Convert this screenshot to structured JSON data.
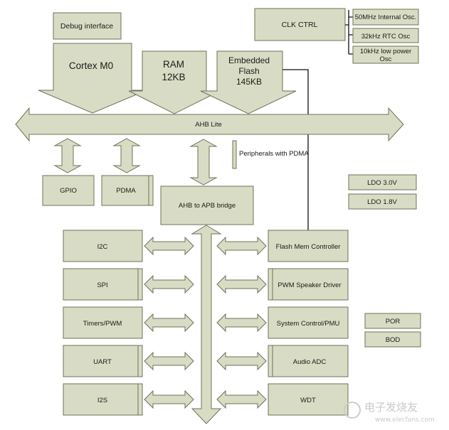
{
  "blocks": {
    "debug": "Debug interface",
    "cortex": "Cortex M0",
    "ram_line1": "RAM",
    "ram_line2": "12KB",
    "flash_line1": "Embedded",
    "flash_line2": "Flash",
    "flash_line3": "145KB",
    "clk_ctrl": "CLK CTRL",
    "osc_internal": "50MHz Internal Osc.",
    "osc_rtc": "32kHz RTC Osc",
    "osc_lp_line1": "10kHz low power",
    "osc_lp_line2": "Osc",
    "ahb_lite": "AHB Lite",
    "peripherals_pdma": "Peripherals with PDMA",
    "gpio": "GPIO",
    "pdma": "PDMA",
    "ahb_apb_bridge": "AHB to APB bridge",
    "ldo30": "LDO 3.0V",
    "ldo18": "LDO 1.8V",
    "i2c": "I2C",
    "spi": "SPI",
    "timers_pwm": "Timers/PWM",
    "uart": "UART",
    "i2s": "I2S",
    "flash_mem_ctrl": "Flash Mem Controller",
    "pwm_speaker": "PWM Speaker Driver",
    "sys_ctrl": "System Control/PMU",
    "audio_adc": "Audio ADC",
    "wdt": "WDT",
    "por": "POR",
    "bod": "BOD"
  },
  "watermark": {
    "line1": "电子发烧友",
    "line2": "www.elecfans.com"
  }
}
